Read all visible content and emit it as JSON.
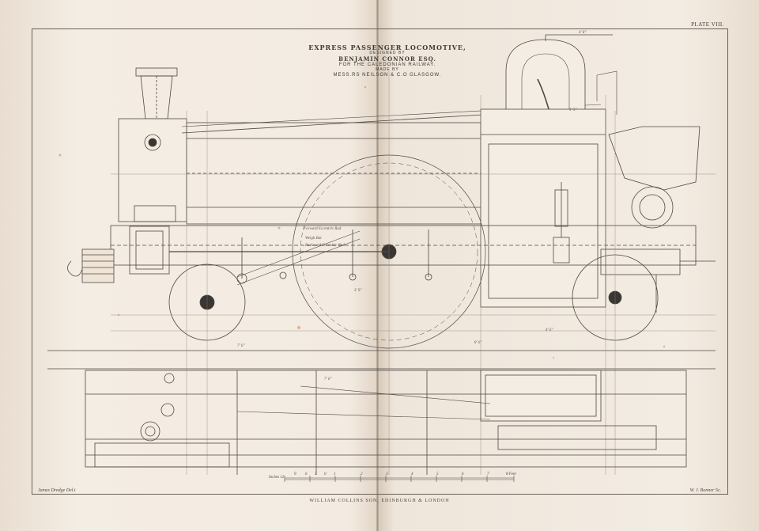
{
  "plate": {
    "label": "PLATE VIII."
  },
  "title": {
    "line1": "EXPRESS PASSENGER LOCOMOTIVE,",
    "line2": "DESIGNED BY",
    "line3": "BENJAMIN CONNOR ESQ.",
    "line4": "FOR THE CALEDONIAN RAILWAY.",
    "line5": "MADE BY",
    "line6": "MESS.RS NEILSON & C.O GLASGOW."
  },
  "credits": {
    "draughtsman": "James Dredge Del.t",
    "engraver": "W. J. Bonner Sc.",
    "publisher": "WILLIAM COLLINS SON, EDINBURGH & LONDON"
  },
  "scale": {
    "label": "Inches 12",
    "ticks": [
      "9",
      "6",
      "3",
      "0",
      "1",
      "2",
      "3",
      "4",
      "5",
      "6",
      "7",
      "8 Feet"
    ]
  },
  "dimensions": {
    "d1": "7' 6\"",
    "d2": "8' 6\"",
    "d3": "3' 9\"",
    "d4": "7' 6\"",
    "d5": "4' 6\"",
    "d6": "1' 5\"",
    "d7": "4' 8\""
  },
  "annotations": {
    "forward": "Forward Eccentric Rod",
    "backward": "Backward Eccentric Rod",
    "weigh": "Weigh Bar"
  },
  "colors": {
    "paper": "#f3ebe1",
    "ink": "#4a463f",
    "rust": "#c98a64"
  }
}
